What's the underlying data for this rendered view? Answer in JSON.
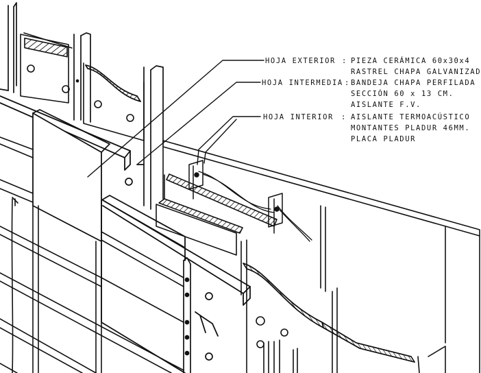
{
  "labels": {
    "hoja_exterior": {
      "name": "HOJA EXTERIOR",
      "lines": [
        "PIEZA CERÁMICA 60x30x4",
        "RASTREL CHAPA GALVANIZADA"
      ]
    },
    "hoja_intermedia": {
      "name": "HOJA INTERMEDIA",
      "lines": [
        "BANDEJA CHAPA PERFILADA",
        "SECCIÓN  60 x 13 CM.",
        "AISLANTE  F.V."
      ]
    },
    "hoja_interior": {
      "name": "HOJA INTERIOR",
      "lines": [
        "AISLANTE TERMOACÚSTICO",
        "MONTANTES PLADUR 46MM.",
        "PLACA  PLADUR"
      ]
    }
  },
  "colors": {
    "ink": "#111111",
    "paper": "#ffffff"
  }
}
